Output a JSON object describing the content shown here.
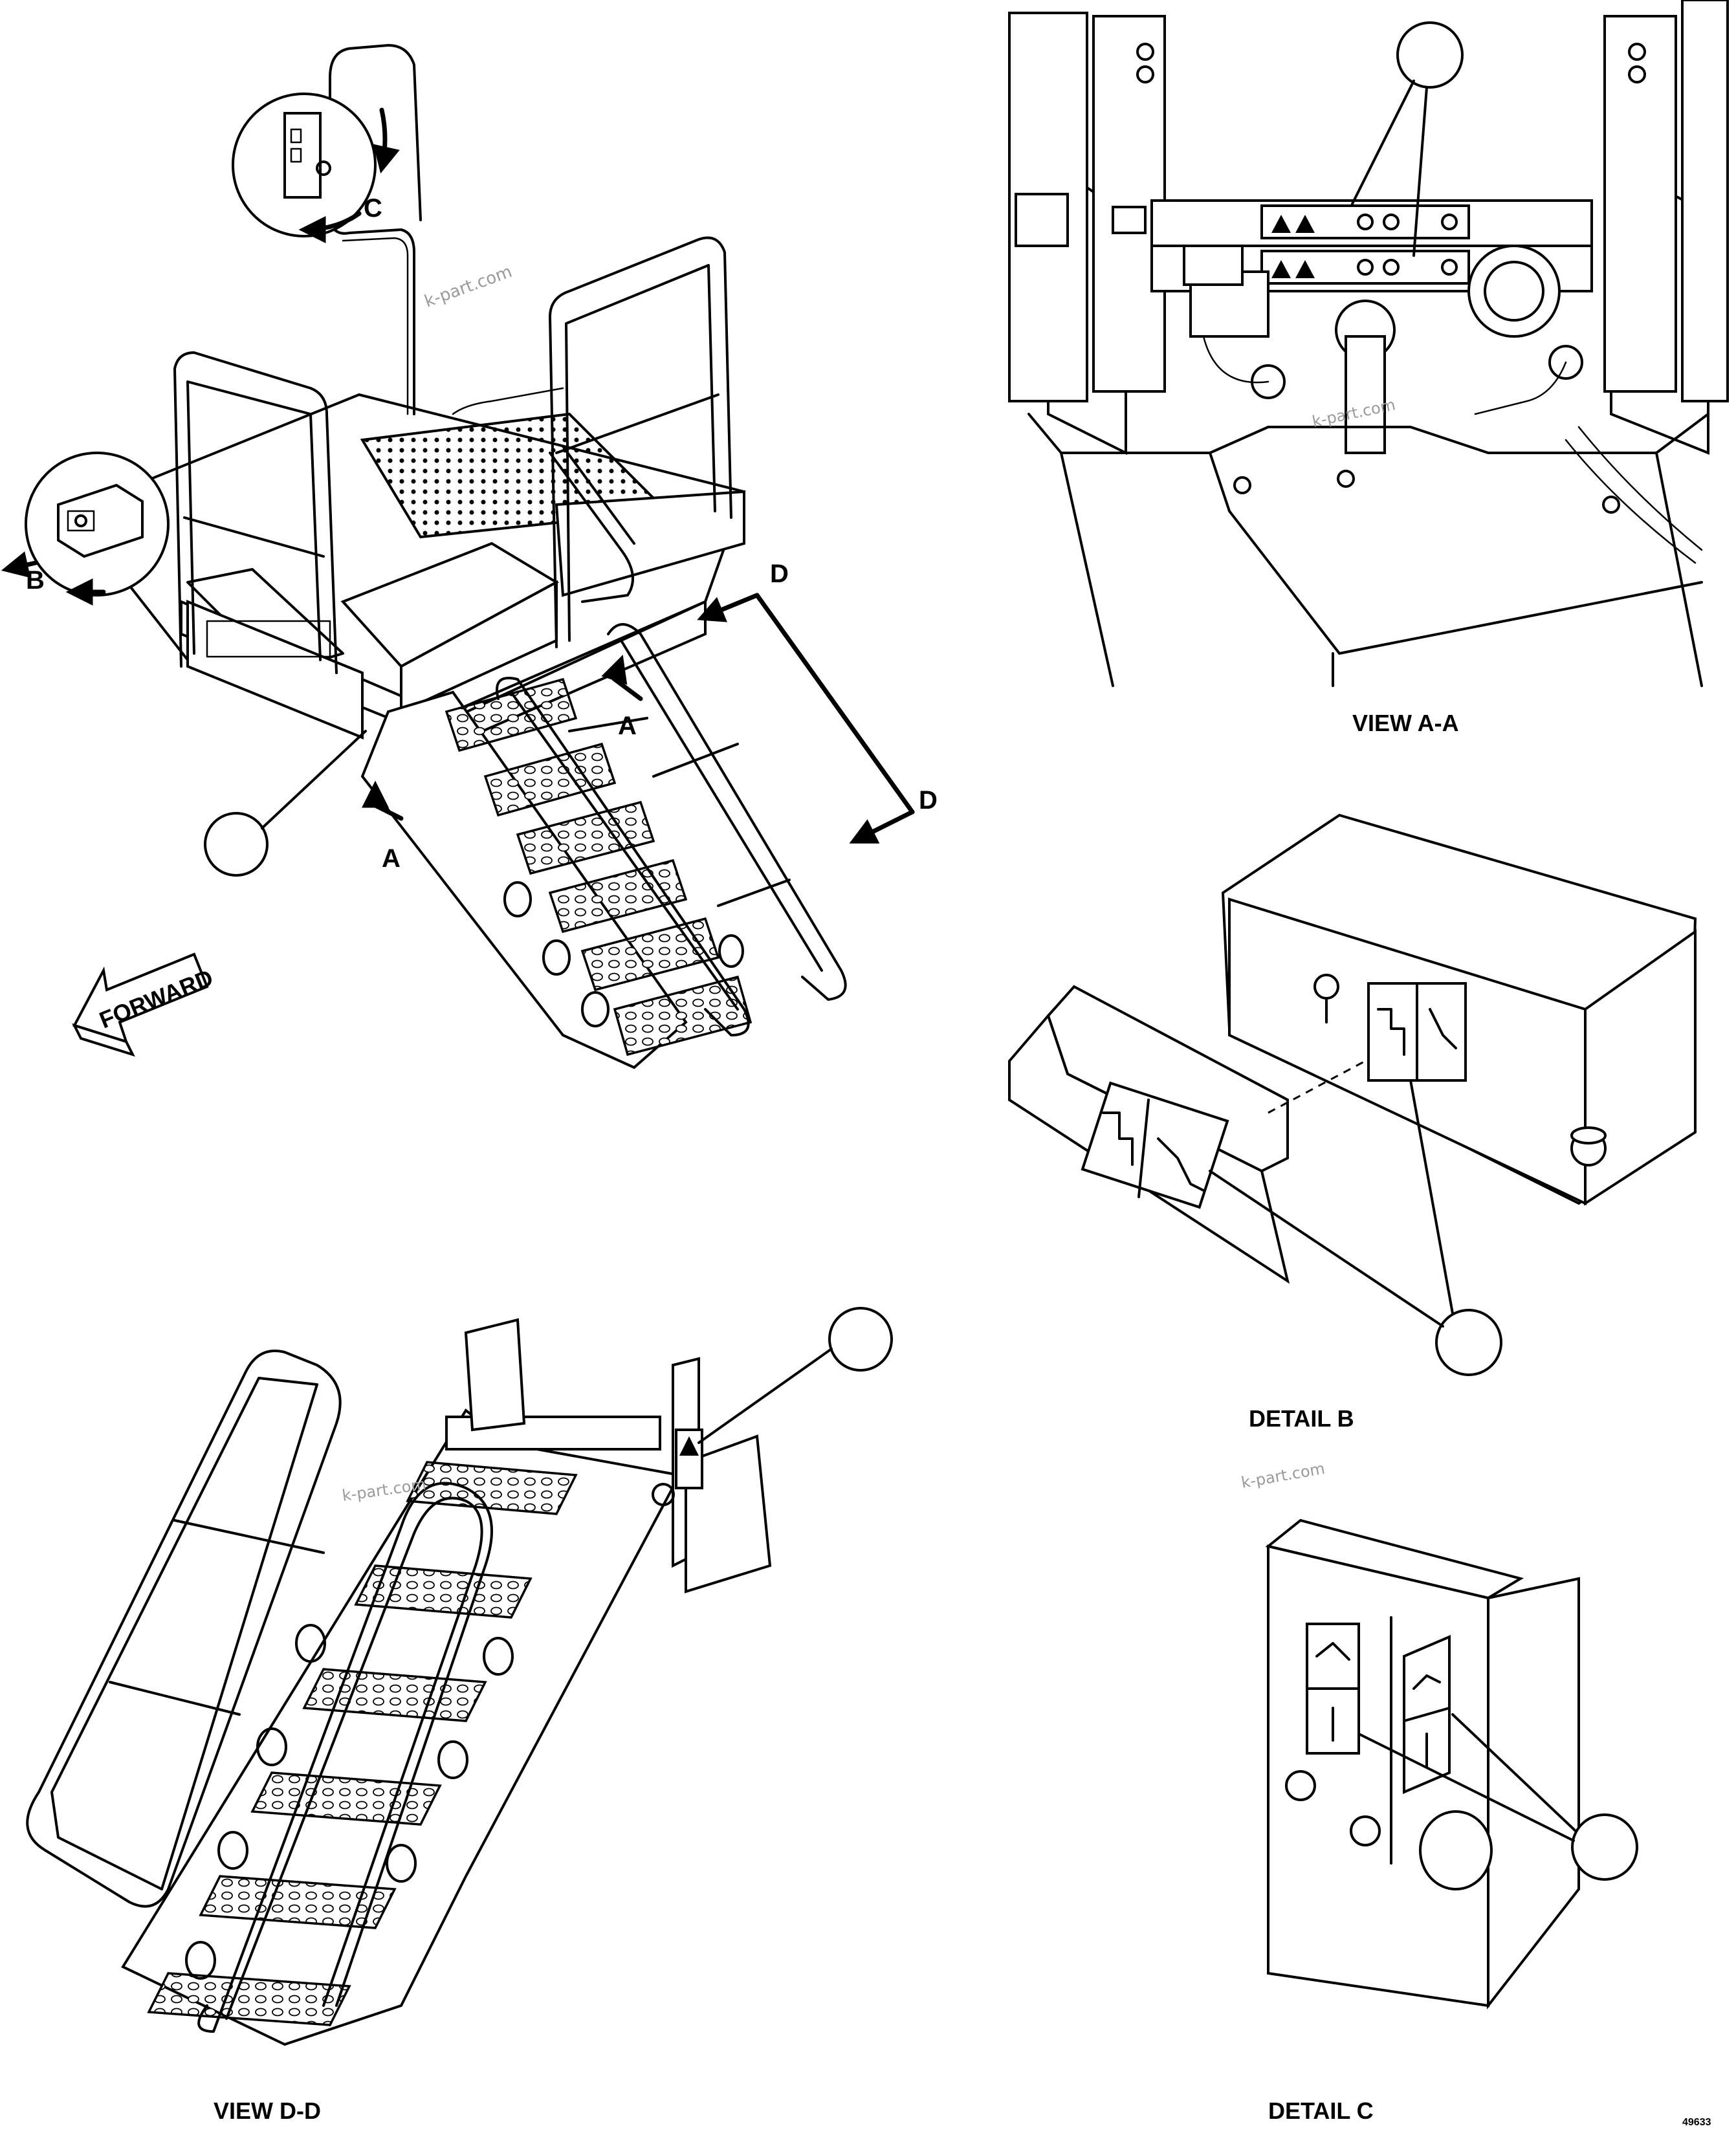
{
  "labels": {
    "forward": "FORWARD",
    "view_a": "A",
    "view_d": "D",
    "detail_b": "B",
    "detail_c": "C"
  },
  "captions": {
    "view_aa": "VIEW A-A",
    "detail_b": "DETAIL B",
    "view_dd": "VIEW D-D",
    "detail_c": "DETAIL C"
  },
  "drawing_number": "49633",
  "watermark": "k-part.com"
}
